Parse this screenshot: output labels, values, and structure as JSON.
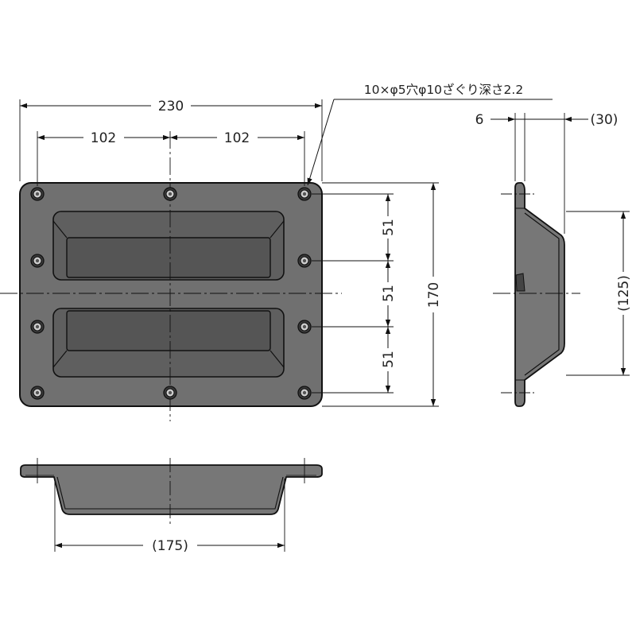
{
  "note": {
    "hole_spec": "10×φ5穴φ10ざぐり深さ2.2"
  },
  "dimensions": {
    "overall_width": "230",
    "hole_pitch_left": "102",
    "hole_pitch_right": "102",
    "overall_height": "170",
    "row_pitch_1": "51",
    "row_pitch_2": "51",
    "row_pitch_3": "51",
    "depth_total": "(30)",
    "flange_thickness": "6",
    "recess_height": "(125)",
    "recess_width": "(175)"
  },
  "colors": {
    "metal": "#6e6e6e",
    "metal_inner": "#5f5f5f",
    "metal_light": "#8a8a8a",
    "line": "#111111"
  }
}
